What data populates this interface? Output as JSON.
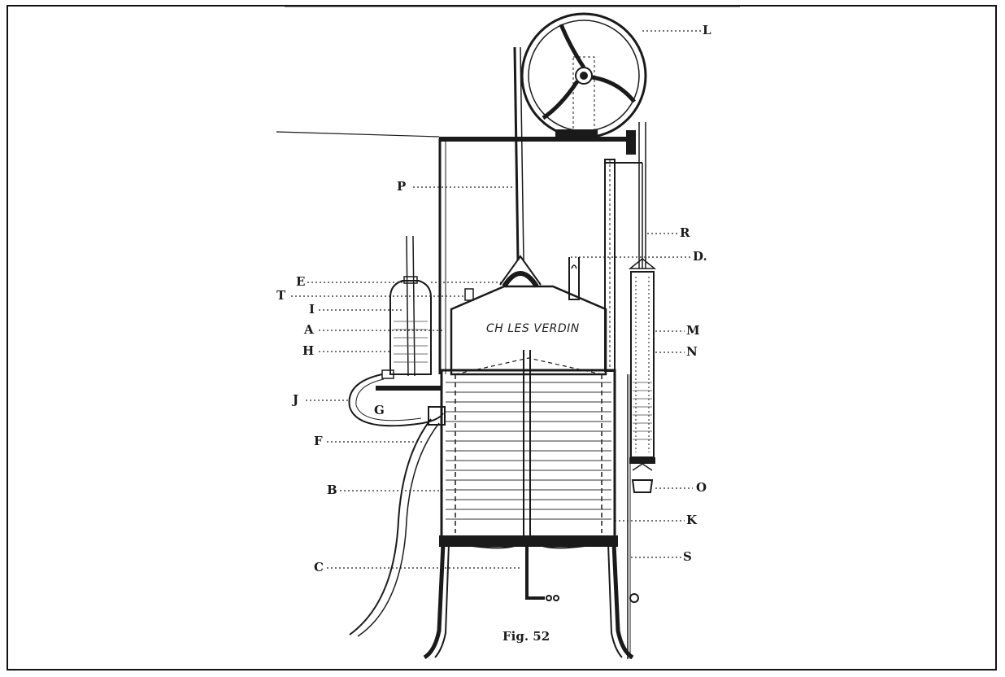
{
  "figure": {
    "caption": "Fig. 52",
    "maker_mark": "CH LES VERDIN",
    "labels": {
      "L": "L",
      "P": "P",
      "R": "R",
      "D": "D.",
      "E": "E",
      "T": "T",
      "I": "I",
      "A": "A",
      "H": "H",
      "M": "M",
      "N": "N",
      "J": "J",
      "G": "G",
      "F": "F",
      "B": "B",
      "O": "O",
      "K": "K",
      "C": "C",
      "S": "S"
    }
  }
}
